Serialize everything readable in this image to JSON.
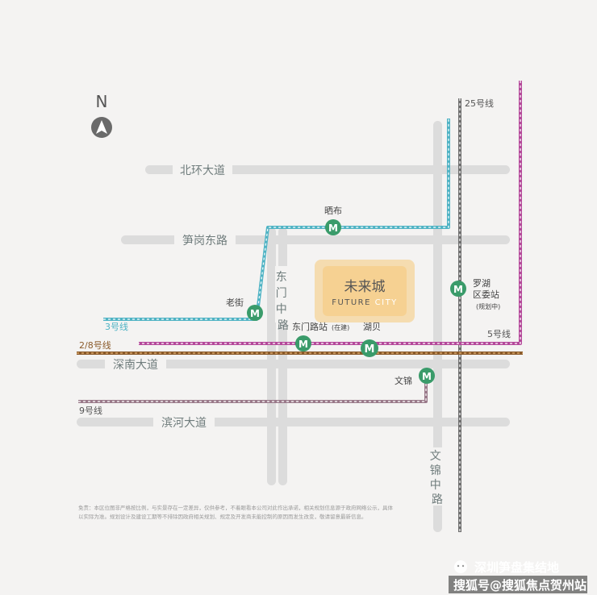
{
  "compass": {
    "label": "N"
  },
  "colors": {
    "background": "#f4f3f2",
    "road": "#dcdcdc",
    "line3": "#4fb3c4",
    "line5": "#b4489a",
    "line25": "#7a7a7a",
    "line28": "#8a5a2a",
    "line9": "#9a7a8a",
    "station": "#3a9b6a",
    "project": "#f6c97a"
  },
  "roads": {
    "beihuan": "北环大道",
    "sungang": "笋岗东路",
    "dongmen": "东门中路",
    "shennan": "深南大道",
    "binhe": "滨河大道",
    "wenjin": "文锦中路"
  },
  "lines": {
    "line3": "3号线",
    "line5": "5号线",
    "line25": "25号线",
    "line28": "2/8号线",
    "line9": "9号线"
  },
  "stations": {
    "shaibu": "晒布",
    "laojie": "老街",
    "dongmenlu": "东门路站",
    "dongmenlu_note": "(在建)",
    "hubei": "湖贝",
    "luohu": "罗湖\n区委站",
    "luohu_note": "(规划中)",
    "wenjin": "文锦"
  },
  "project": {
    "name_cn": "未来城",
    "name_en_1": "FUTURE ",
    "name_en_2": "CITY"
  },
  "disclaimer": {
    "line1": "免责：本区位图非严格按比例，与实景存在一定差异，仅供参考，不着眼看本公司对此作出承诺，相关规划信息源于政府网络公示，具体",
    "line2": "以实际为准。规划设计及建设工期等不排除因政府相关规划、规定及开发商未能控制的原因而发生改变，敬请留意最新信息。"
  },
  "watermark": {
    "wechat": "深圳笋盘集结地",
    "sohu": "搜狐号@搜狐焦点贺州站"
  }
}
